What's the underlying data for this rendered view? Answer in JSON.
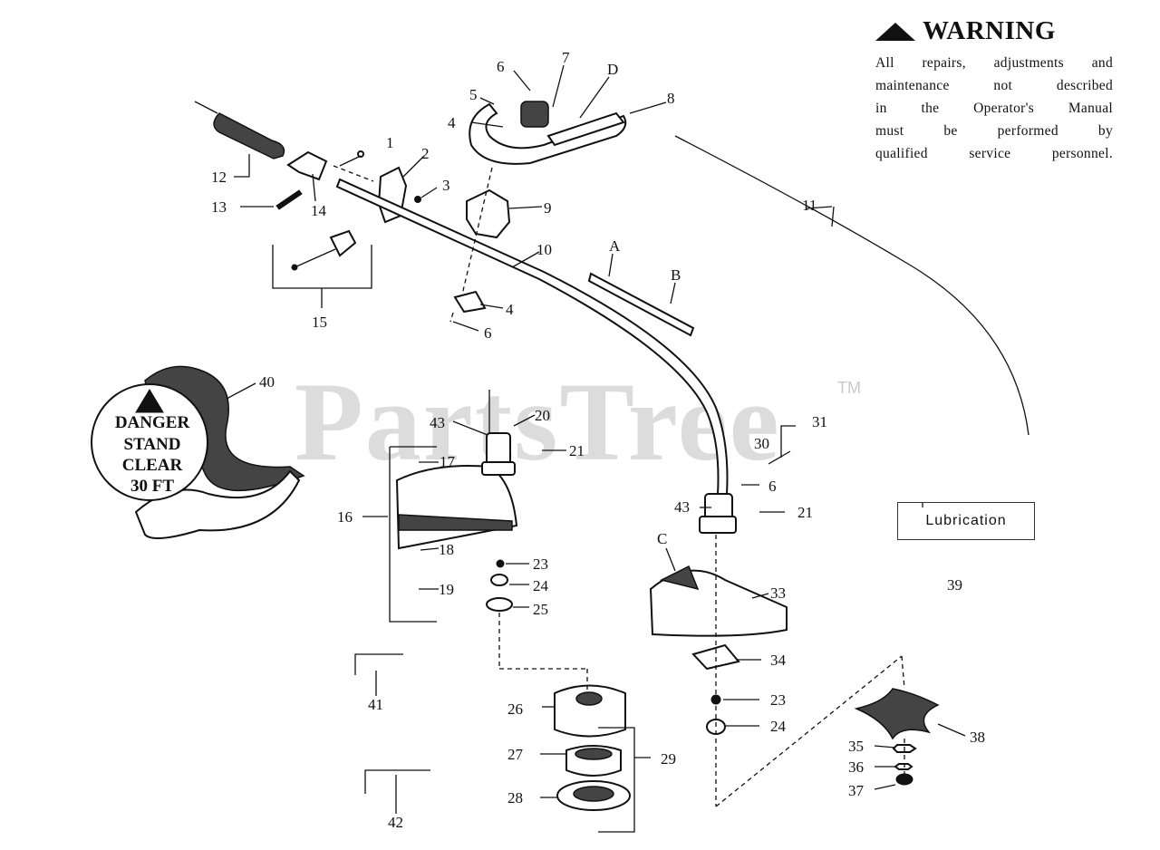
{
  "warning": {
    "title": "WARNING",
    "lines": [
      "All repairs, adjustments and",
      "maintenance not described",
      "in the Operator's Manual",
      "must be performed by",
      "qualified service personnel."
    ]
  },
  "danger_label": {
    "lines": [
      "DANGER",
      "STAND",
      "CLEAR",
      "30 FT"
    ]
  },
  "lubrication_label": "Lubrication",
  "watermark": {
    "text": "PartsTree",
    "tm": "TM"
  },
  "callouts": {
    "c1": "1",
    "c2": "2",
    "c3": "3",
    "c4a": "4",
    "c4b": "4",
    "c5": "5",
    "c6a": "6",
    "c6b": "6",
    "c6c": "6",
    "c7": "7",
    "c8": "8",
    "c9": "9",
    "c10": "10",
    "c11": "11",
    "c12": "12",
    "c13": "13",
    "c14": "14",
    "c15": "15",
    "c16": "16",
    "c17": "17",
    "c18": "18",
    "c19": "19",
    "c20": "20",
    "c21a": "21",
    "c21b": "21",
    "c23a": "23",
    "c23b": "23",
    "c24a": "24",
    "c24b": "24",
    "c25": "25",
    "c26": "26",
    "c27": "27",
    "c28": "28",
    "c29": "29",
    "c30": "30",
    "c31": "31",
    "c33": "33",
    "c34": "34",
    "c35": "35",
    "c36": "36",
    "c37": "37",
    "c38": "38",
    "c39": "39",
    "c40": "40",
    "c41": "41",
    "c42": "42",
    "c43a": "43",
    "c43b": "43",
    "cA": "A",
    "cB": "B",
    "cC": "C",
    "cD": "D"
  }
}
